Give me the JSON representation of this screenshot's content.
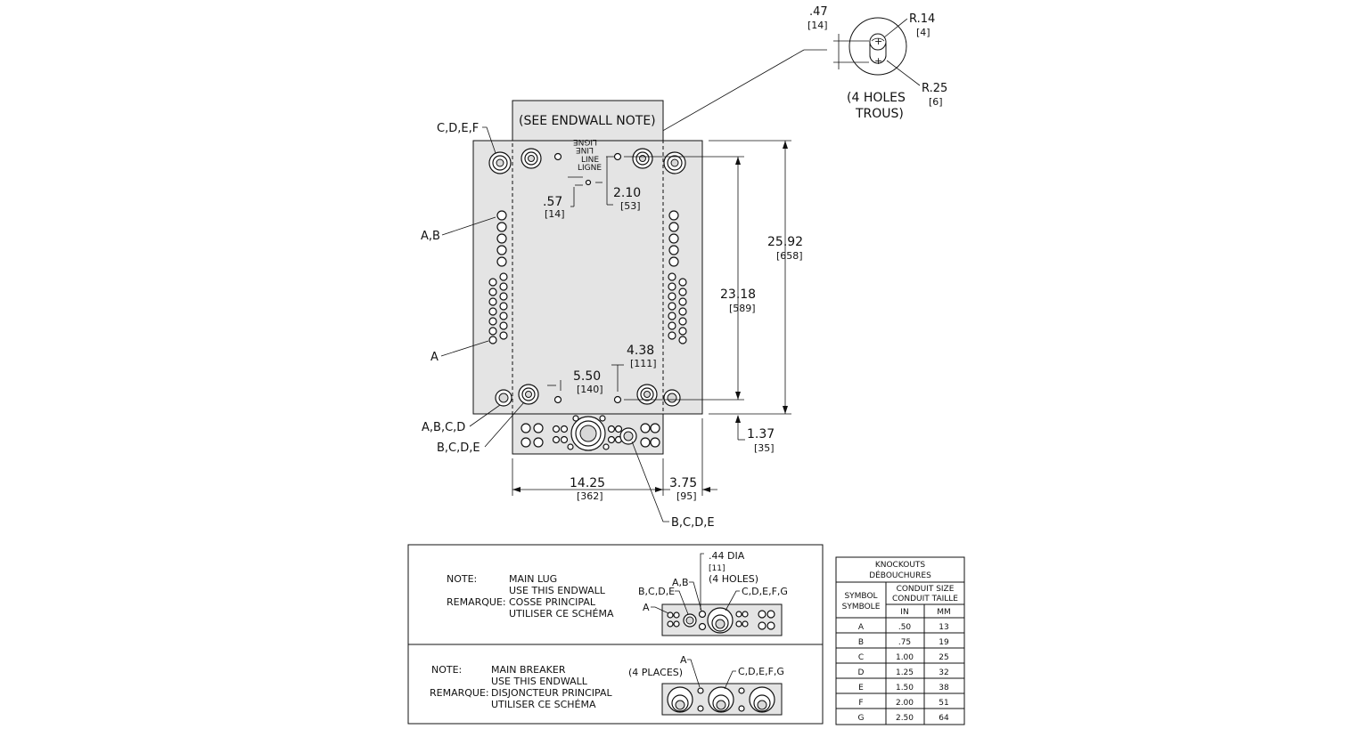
{
  "keyhole": {
    "dim_top": ".47",
    "dim_top_mm": "[14]",
    "r_small": "R.14",
    "r_small_mm": "[4]",
    "r_large": "R.25",
    "r_large_mm": "[6]",
    "holes_line1": "(4 HOLES",
    "holes_line2": "TROUS)"
  },
  "panel": {
    "endwall_note": "(SEE ENDWALL NOTE)",
    "line_label_1": "LIGNE",
    "line_label_2": "LINE",
    "line_label_3": "LINE",
    "line_label_4": "LIGNE",
    "label_cdef": "C,D,E,F",
    "label_ab": "A,B",
    "label_a": "A",
    "label_abcd": "A,B,C,D",
    "label_bcde_left": "B,C,D,E",
    "label_bcde_bottom": "B,C,D,E",
    "dim_057": ".57",
    "dim_057_mm": "[14]",
    "dim_210": "2.10",
    "dim_210_mm": "[53]",
    "dim_2592": "25.92",
    "dim_2592_mm": "[658]",
    "dim_2318": "23.18",
    "dim_2318_mm": "[589]",
    "dim_438": "4.38",
    "dim_438_mm": "[111]",
    "dim_550": "5.50",
    "dim_550_mm": "[140]",
    "dim_137": "1.37",
    "dim_137_mm": "[35]",
    "dim_1425": "14.25",
    "dim_1425_mm": "[362]",
    "dim_375": "3.75",
    "dim_375_mm": "[95]"
  },
  "notes": {
    "lug": {
      "note_label": "NOTE:",
      "remark_label": "REMARQUE:",
      "line1": "MAIN LUG",
      "line2": "USE THIS ENDWALL",
      "line3": "COSSE PRINCIPAL",
      "line4": "UTILISER CE SCHÉMA",
      "dia": ".44 DIA",
      "dia_mm": "[11]",
      "holes": "(4 HOLES)",
      "lbl_ab": "A,B",
      "lbl_bcde": "B,C,D,E",
      "lbl_cdefg": "C,D,E,F,G",
      "lbl_a": "A"
    },
    "breaker": {
      "note_label": "NOTE:",
      "remark_label": "REMARQUE:",
      "line1": "MAIN BREAKER",
      "line2": "USE THIS ENDWALL",
      "line3": "DISJONCTEUR PRINCIPAL",
      "line4": "UTILISER CE SCHÉMA",
      "lbl_a": "A",
      "lbl_places": "(4 PLACES)",
      "lbl_cdefg": "C,D,E,F,G"
    }
  },
  "knockouts": {
    "title1": "KNOCKOUTS",
    "title2": "DÉBOUCHURES",
    "col_symbol1": "SYMBOL",
    "col_symbol2": "SYMBOLE",
    "col_size1": "CONDUIT  SIZE",
    "col_size2": "CONDUIT  TAILLE",
    "col_in": "IN",
    "col_mm": "MM",
    "rows": [
      {
        "sym": "A",
        "in": ".50",
        "mm": "13"
      },
      {
        "sym": "B",
        "in": ".75",
        "mm": "19"
      },
      {
        "sym": "C",
        "in": "1.00",
        "mm": "25"
      },
      {
        "sym": "D",
        "in": "1.25",
        "mm": "32"
      },
      {
        "sym": "E",
        "in": "1.50",
        "mm": "38"
      },
      {
        "sym": "F",
        "in": "2.00",
        "mm": "51"
      },
      {
        "sym": "G",
        "in": "2.50",
        "mm": "64"
      }
    ]
  }
}
